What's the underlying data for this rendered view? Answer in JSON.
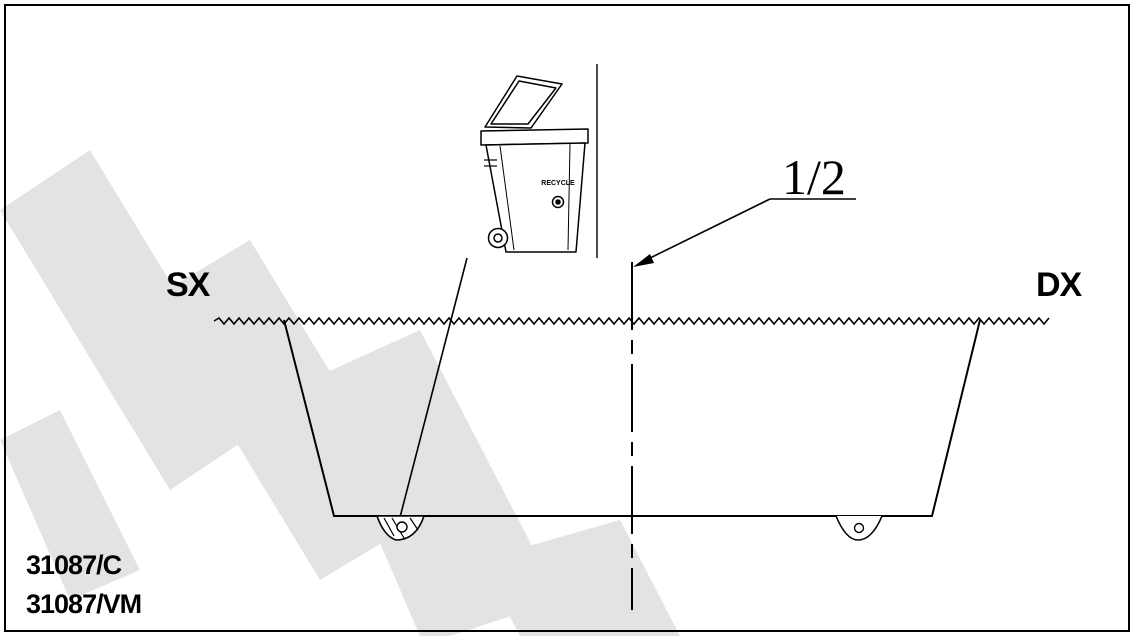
{
  "labels": {
    "left_side": "SX",
    "right_side": "DX",
    "fraction": "1/2",
    "bin_text": "RECYCLE"
  },
  "part_codes": [
    "31087/C",
    "31087/VM"
  ],
  "colors": {
    "line": "#000000",
    "watermark": "#e3e3e3",
    "background": "#ffffff"
  },
  "icons": {
    "bin": "wheelie-bin-icon",
    "recycle": "recycle-icon"
  }
}
